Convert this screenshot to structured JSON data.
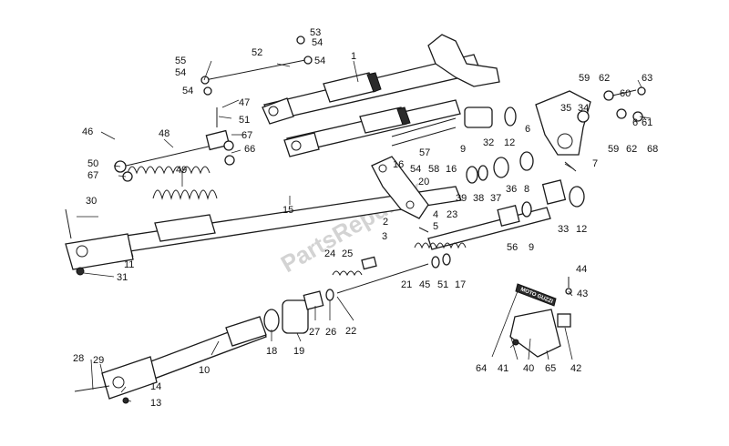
{
  "watermark": "PartsRepublik",
  "decal_text": "MOTO GUZZI",
  "labels": {
    "l1": "1",
    "l2": "2",
    "l3": "3",
    "l4": "4",
    "l5": "5",
    "l6a": "6",
    "l6b": "6",
    "l7": "7",
    "l8": "8",
    "l9a": "9",
    "l9b": "9",
    "l10": "10",
    "l11": "11",
    "l12a": "12",
    "l12b": "12",
    "l13": "13",
    "l14": "14",
    "l15": "15",
    "l16a": "16",
    "l16b": "16",
    "l17": "17",
    "l18": "18",
    "l19": "19",
    "l20": "20",
    "l21": "21",
    "l22": "22",
    "l23": "23",
    "l24": "24",
    "l25": "25",
    "l26": "26",
    "l27": "27",
    "l28": "28",
    "l29": "29",
    "l30": "30",
    "l31": "31",
    "l32": "32",
    "l33": "33",
    "l34": "34",
    "l35": "35",
    "l36": "36",
    "l37": "37",
    "l38": "38",
    "l39": "39",
    "l40": "40",
    "l41": "41",
    "l42": "42",
    "l43": "43",
    "l44": "44",
    "l45": "45",
    "l46": "46",
    "l47": "47",
    "l48": "48",
    "l49": "49",
    "l50": "50",
    "l51a": "51",
    "l51b": "51",
    "l52": "52",
    "l53": "53",
    "l54a": "54",
    "l54b": "54",
    "l54c": "54",
    "l54d": "54",
    "l54e": "54",
    "l55": "55",
    "l56": "56",
    "l57": "57",
    "l58": "58",
    "l59a": "59",
    "l59b": "59",
    "l60": "60",
    "l61": "61",
    "l62a": "62",
    "l62b": "62",
    "l63": "63",
    "l64": "64",
    "l65": "65",
    "l66": "66",
    "l67a": "67",
    "l67b": "67",
    "l68": "68"
  }
}
